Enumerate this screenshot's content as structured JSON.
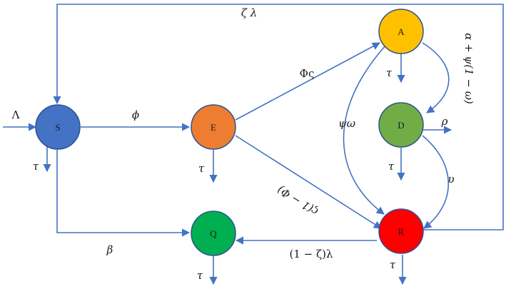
{
  "nodes": {
    "S": {
      "label": "S",
      "color": "#4472c4"
    },
    "E": {
      "label": "E",
      "color": "#ed7d31"
    },
    "A": {
      "label": "A",
      "color": "#ffc000"
    },
    "D": {
      "label": "D",
      "color": "#70ad47"
    },
    "R": {
      "label": "R",
      "color": "#ff0000"
    },
    "Q": {
      "label": "Q",
      "color": "#00b050"
    }
  },
  "edge_labels": {
    "recruitment": "Λ",
    "s_to_e": "ϕ",
    "e_to_a": "Φς",
    "e_to_r": "ς(1 − Φ)",
    "a_to_d": "α + ψ(1 − ω)",
    "a_to_r": "ψω",
    "d_out": "ρ",
    "d_to_r": "υ",
    "r_to_s": "ζ λ",
    "r_to_q": "(1 − ζ)λ",
    "s_to_q": "β",
    "death_s": "τ",
    "death_e": "τ",
    "death_a": "τ",
    "death_d": "τ",
    "death_q": "τ",
    "death_r": "τ"
  },
  "colors": {
    "arrow": "#4472c4"
  }
}
